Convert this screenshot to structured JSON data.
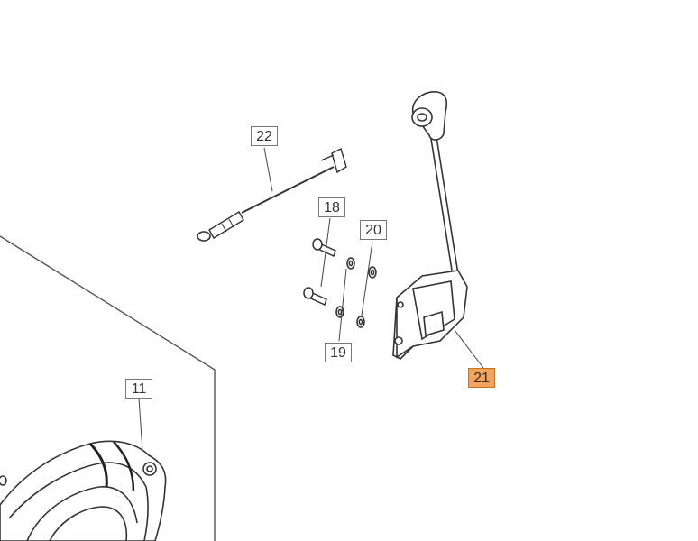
{
  "diagram": {
    "callouts": [
      {
        "id": "22",
        "label": "22",
        "highlighted": false
      },
      {
        "id": "18",
        "label": "18",
        "highlighted": false
      },
      {
        "id": "20",
        "label": "20",
        "highlighted": false
      },
      {
        "id": "19",
        "label": "19",
        "highlighted": false
      },
      {
        "id": "21",
        "label": "21",
        "highlighted": true
      },
      {
        "id": "11",
        "label": "11",
        "highlighted": false
      }
    ],
    "colors": {
      "line": "#444444",
      "label_border": "#777777",
      "highlight_fill": "#f2a45f",
      "highlight_border": "#c8731a"
    }
  }
}
